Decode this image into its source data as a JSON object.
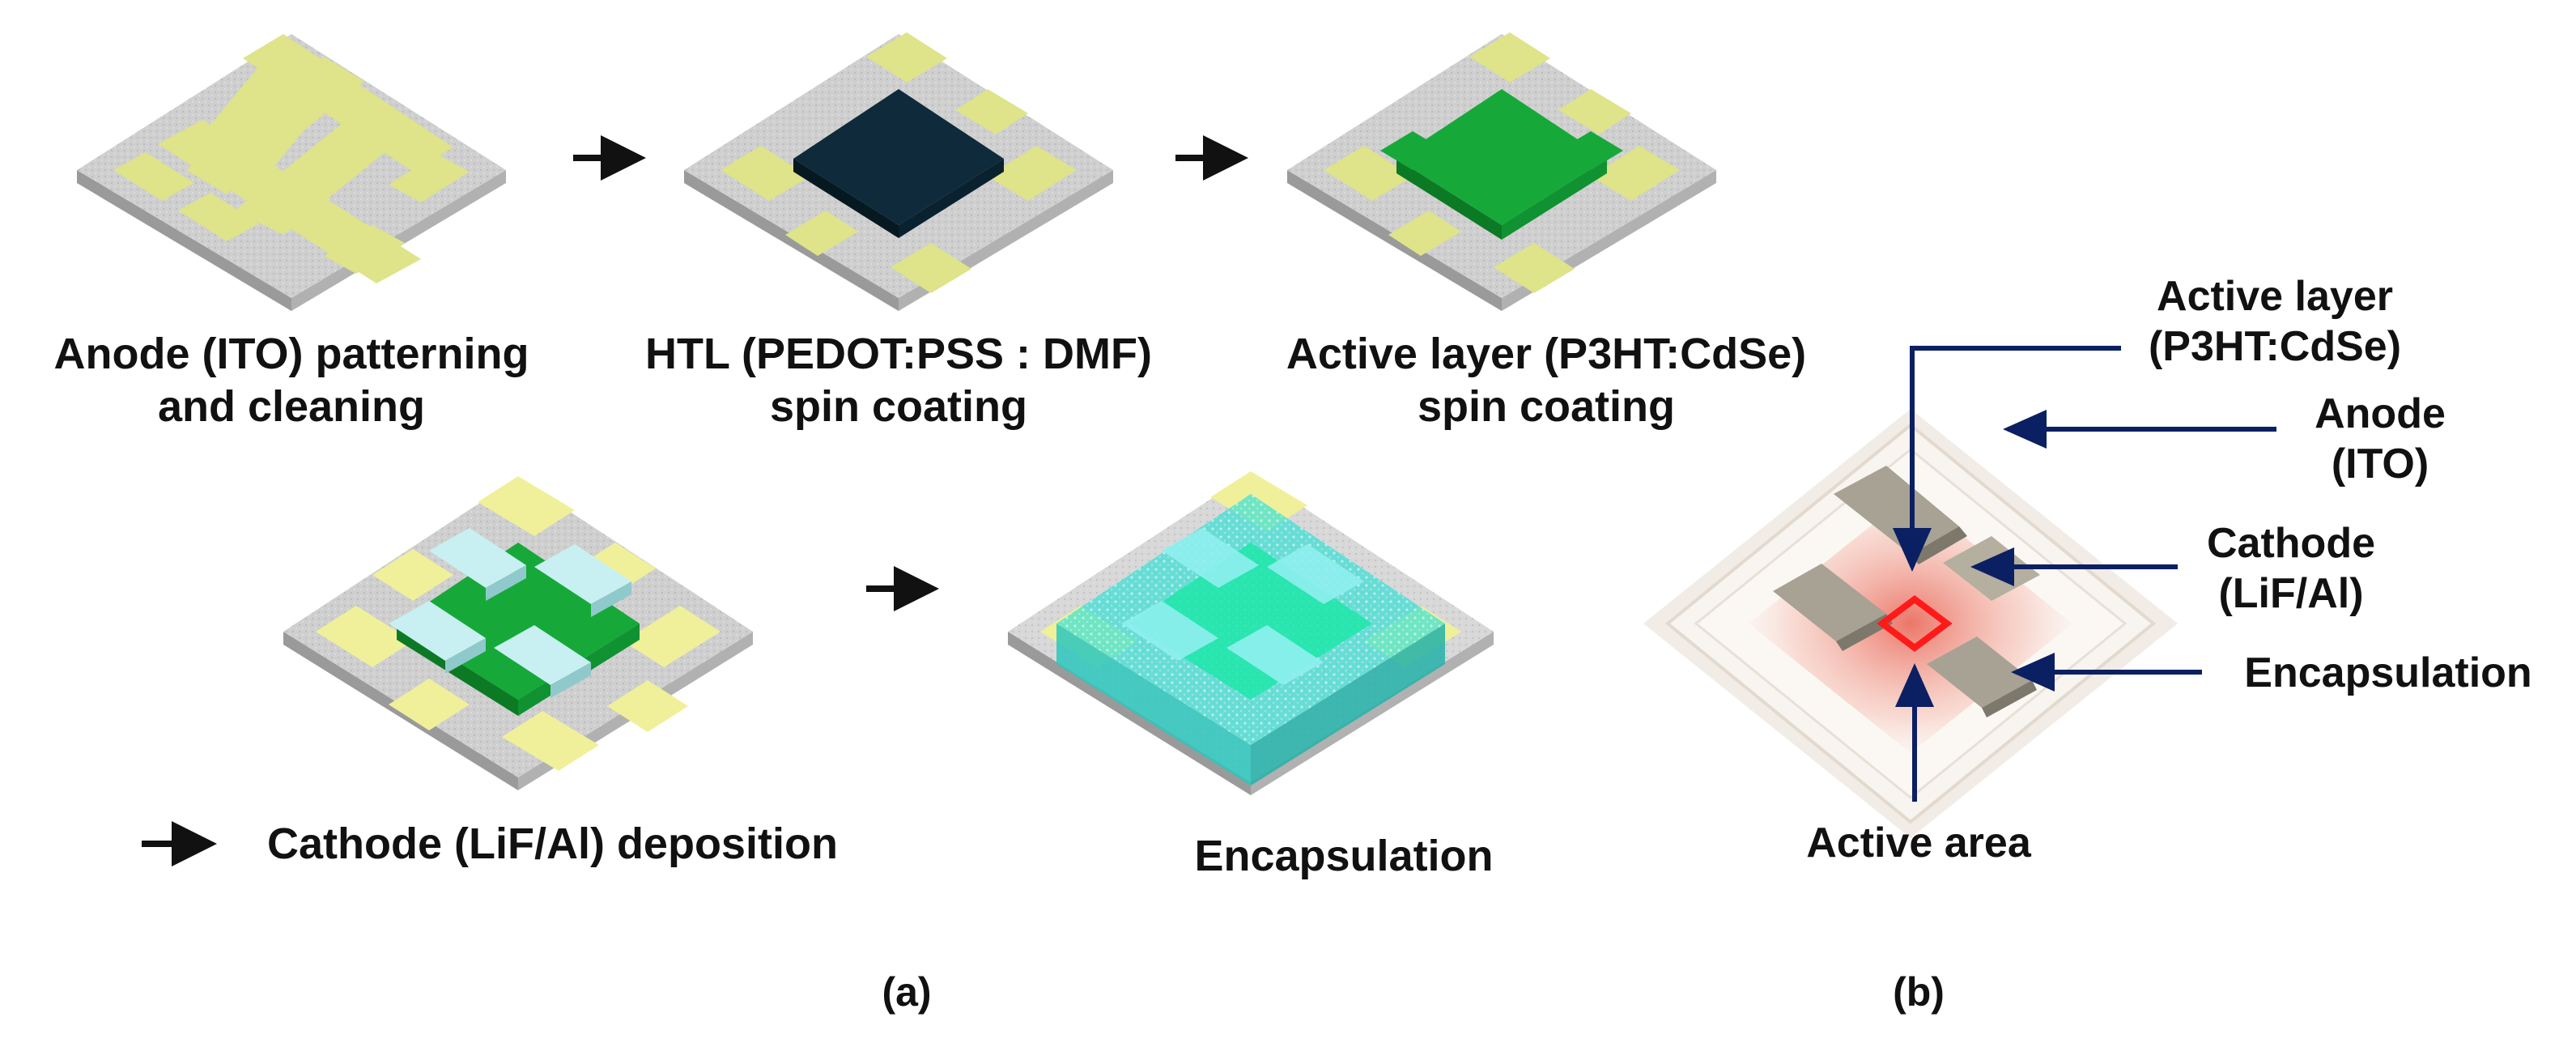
{
  "steps": [
    {
      "line1": "Anode (ITO) patterning",
      "line2": "and cleaning"
    },
    {
      "line1": "HTL (PEDOT:PSS : DMF)",
      "line2": "spin coating"
    },
    {
      "line1": "Active layer (P3HT:CdSe)",
      "line2": "spin coating"
    },
    {
      "line1": "Cathode (LiF/Al) deposition"
    },
    {
      "line1": "Encapsulation"
    }
  ],
  "panel_b": {
    "active_layer": {
      "line1": "Active layer",
      "line2": "(P3HT:CdSe)"
    },
    "anode": {
      "line1": "Anode",
      "line2": "(ITO)"
    },
    "cathode": {
      "line1": "Cathode",
      "line2": "(LiF/Al)"
    },
    "encapsulation": "Encapsulation",
    "active_area": "Active area"
  },
  "panel_labels": {
    "a": "(a)",
    "b": "(b)"
  },
  "colors": {
    "substrate": "#cfcfcf",
    "substrate_dark": "#9a9a9a",
    "ito": "#dfe389",
    "ito_dark": "#b9bd5c",
    "htl": "#0f2a3a",
    "active": "#17a83a",
    "active_dark": "#0c7a25",
    "cathode": "#c8f0f2",
    "cathode_dark": "#8fc9cc",
    "encap": "#39e0d4",
    "arrow_black": "#111111",
    "arrow_navy": "#0b1f63",
    "active_area": "#ff1a1a"
  }
}
